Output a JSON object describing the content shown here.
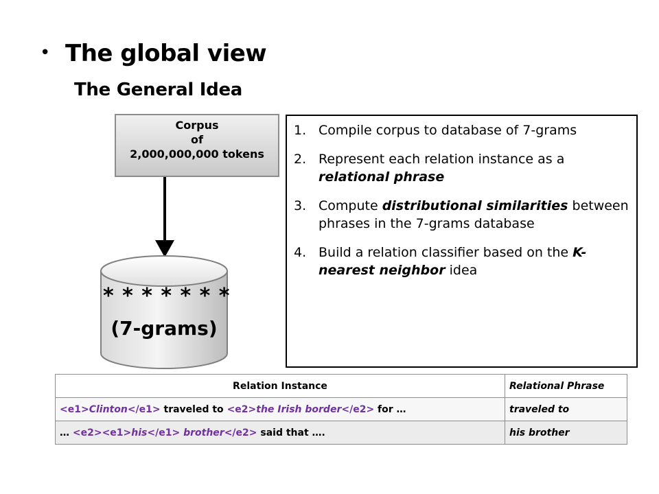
{
  "slide": {
    "bullet": "•",
    "title": "The global view",
    "subtitle": "The General Idea"
  },
  "corpus": {
    "line1": "Corpus",
    "line2": "of",
    "line3": "2,000,000,000 tokens"
  },
  "database": {
    "stars": "* * * * * * *",
    "label": "(7-grams)"
  },
  "steps": [
    {
      "num": "1.",
      "parts": [
        {
          "t": "Compile corpus to database of 7-grams"
        }
      ]
    },
    {
      "num": "2.",
      "parts": [
        {
          "t": "Represent each relation instance as a "
        },
        {
          "t": "relational phrase",
          "bi": true
        }
      ]
    },
    {
      "num": "3.",
      "parts": [
        {
          "t": "Compute "
        },
        {
          "t": "distributional similarities",
          "bi": true
        },
        {
          "t": " between phrases in the 7-grams database"
        }
      ]
    },
    {
      "num": "4.",
      "parts": [
        {
          "t": "Build a relation classifier based on the "
        },
        {
          "t": "K-nearest neighbor",
          "bi": true
        },
        {
          "t": " idea"
        }
      ]
    }
  ],
  "table": {
    "header_instance": "Relation Instance",
    "header_phrase": "Relational Phrase",
    "rows": [
      {
        "instance": [
          {
            "t": "<e1>",
            "c": true
          },
          {
            "t": "Clinton",
            "c": true,
            "i": true
          },
          {
            "t": "</e1>",
            "c": true
          },
          {
            "t": " traveled to "
          },
          {
            "t": "<e2>",
            "c": true
          },
          {
            "t": "the Irish border",
            "c": true,
            "i": true
          },
          {
            "t": "</e2>",
            "c": true
          },
          {
            "t": " for …"
          }
        ],
        "phrase": "traveled to"
      },
      {
        "instance": [
          {
            "t": "… "
          },
          {
            "t": "<e2>",
            "c": true
          },
          {
            "t": "<e1>",
            "c": true
          },
          {
            "t": "his",
            "c": true,
            "i": true
          },
          {
            "t": "</e1>",
            "c": true
          },
          {
            "t": " brother",
            "c": true,
            "i": true
          },
          {
            "t": "</e2>",
            "c": true
          },
          {
            "t": " said that …."
          }
        ],
        "phrase": "his brother"
      }
    ]
  },
  "colors": {
    "entity_tag": "#7030a0",
    "arrow": "#000000",
    "cylinder_fill_light": "#f2f2f2",
    "cylinder_fill_dark": "#bfbfbf"
  }
}
